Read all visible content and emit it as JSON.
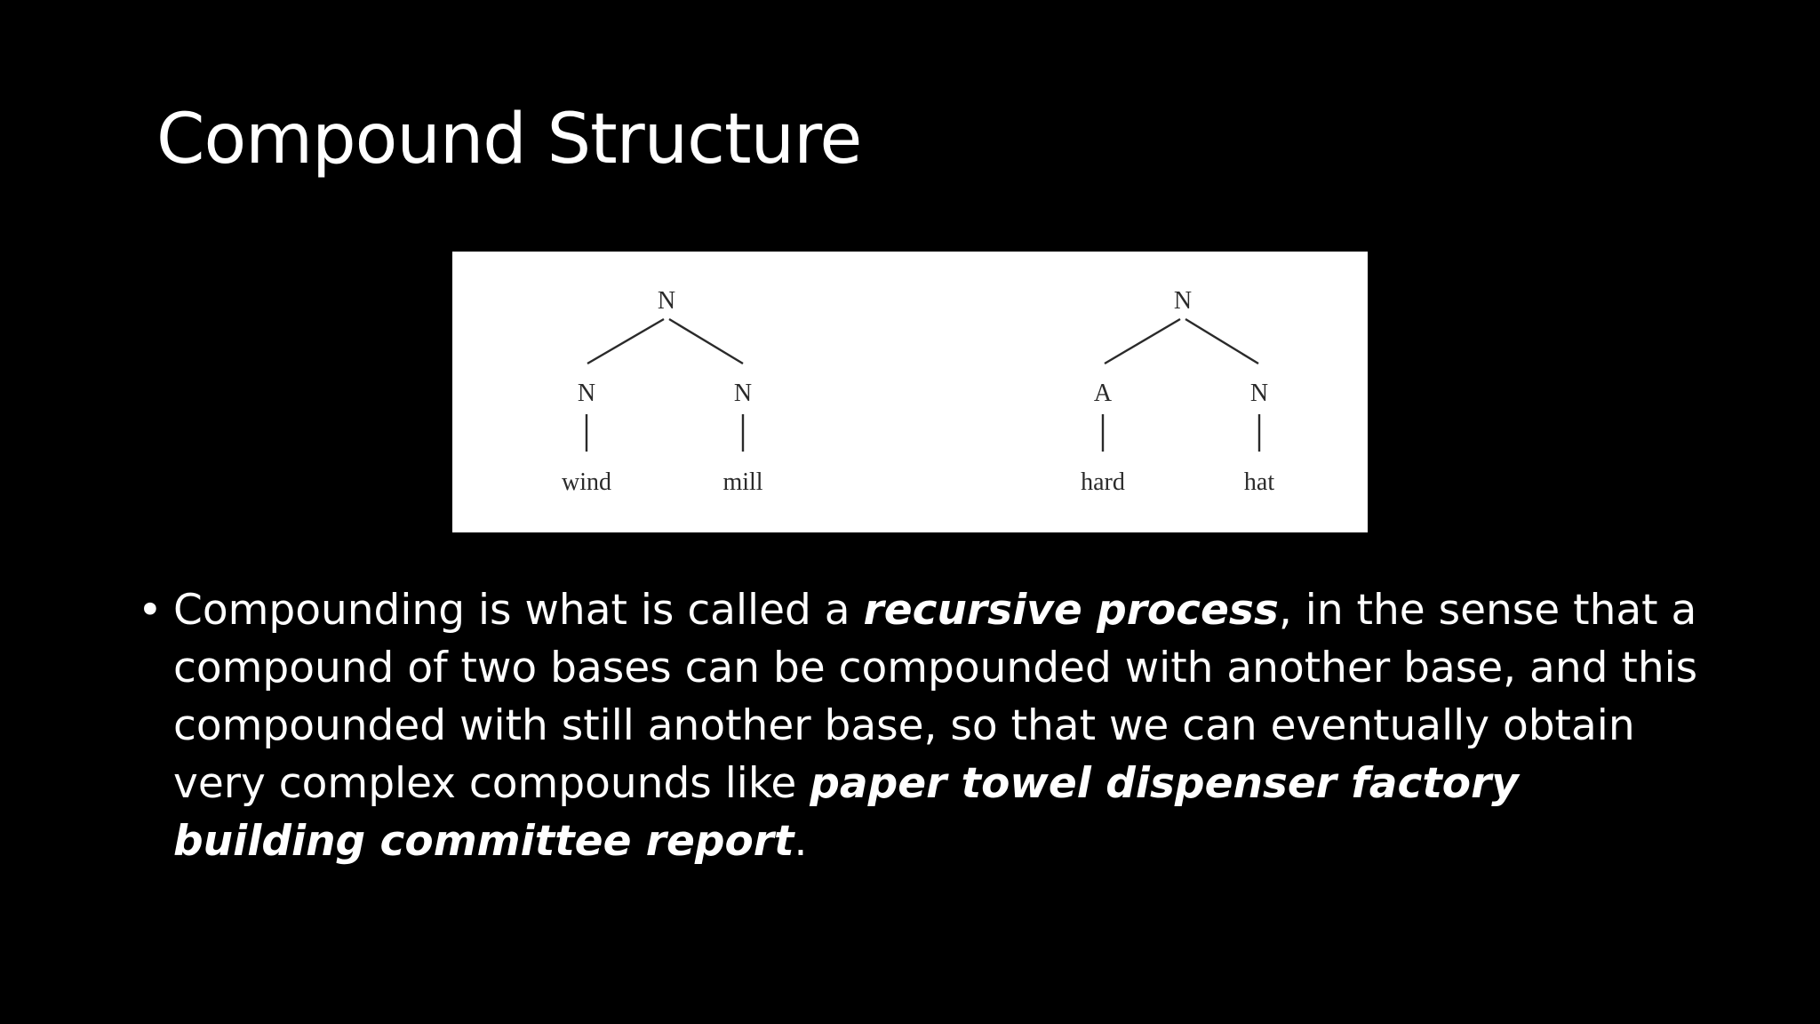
{
  "slide": {
    "title": "Compound Structure",
    "background_color": "#000000",
    "text_color": "#ffffff"
  },
  "figure": {
    "trees": [
      {
        "root": "N",
        "left_label": "N",
        "right_label": "N",
        "left_word": "wind",
        "right_word": "mill"
      },
      {
        "root": "N",
        "left_label": "A",
        "right_label": "N",
        "left_word": "hard",
        "right_word": "hat"
      }
    ]
  },
  "body": {
    "bullet_symbol": "•",
    "segments": [
      {
        "text": "Compounding is what is called a ",
        "emphasis": false
      },
      {
        "text": "recursive process",
        "emphasis": true
      },
      {
        "text": ", in the sense that a compound of two bases can be compounded with another base, and this compounded with still another base, so that we can eventually obtain very complex compounds like ",
        "emphasis": false
      },
      {
        "text": "paper towel dispenser factory building committee report",
        "emphasis": true
      },
      {
        "text": ".",
        "emphasis": false
      }
    ]
  }
}
